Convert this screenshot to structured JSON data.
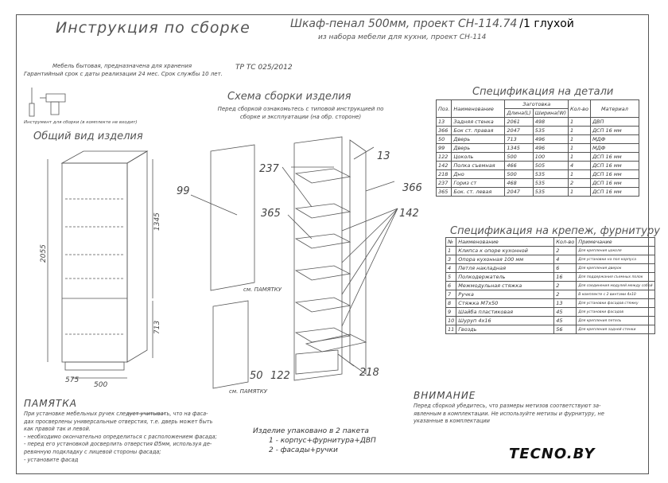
{
  "header": {
    "instruction_title": "Инструкция по сборке",
    "product_title": "Шкаф-пенал 500мм, проект СН-114.74",
    "product_suffix": "/1 глухой",
    "subtitle": "из набора мебели для кухни, проект СН-114"
  },
  "intro": {
    "line1": "Мебель бытовая, предназначена для хранения",
    "line2": "Гарантийный срок с даты реализации 24 мес. Срок службы 10 лет.",
    "standard": "ТР ТС 025/2012",
    "tools_caption": "Инструмент для сборки (в комплекте не входит)"
  },
  "general_view": {
    "title": "Общий вид изделия",
    "height": "2055",
    "upper_height": "1345",
    "lower_height": "713",
    "width": "500",
    "depth": "575"
  },
  "assembly": {
    "title": "Схема сборки изделия",
    "note": "Перед сборкой ознакомьтесь с типовой инструкцией по сборке и эксплуатации (на обр. стороне)",
    "memo_tag_1": "см. ПАМЯТКУ",
    "memo_tag_2": "см. ПАМЯТКУ",
    "labels": [
      "99",
      "237",
      "365",
      "13",
      "366",
      "142",
      "50",
      "122",
      "218"
    ]
  },
  "parts_table": {
    "title": "Спецификация на детали",
    "headers": [
      "Поз.",
      "Наименование",
      "Заготовка",
      "Кол-во",
      "Материал"
    ],
    "subheaders": [
      "Длина(L)",
      "Ширина(W)"
    ],
    "rows": [
      [
        "13",
        "Задняя стенка",
        "2061",
        "498",
        "1",
        "ДВП"
      ],
      [
        "366",
        "Бок ст. правая",
        "2047",
        "535",
        "1",
        "ДСП 16 мм"
      ],
      [
        "50",
        "Дверь",
        "713",
        "496",
        "1",
        "МДФ"
      ],
      [
        "99",
        "Дверь",
        "1345",
        "496",
        "1",
        "МДФ"
      ],
      [
        "122",
        "Цоколь",
        "500",
        "100",
        "1",
        "ДСП 16 мм"
      ],
      [
        "142",
        "Полка съемная",
        "466",
        "505",
        "4",
        "ДСП 16 мм"
      ],
      [
        "218",
        "Дно",
        "500",
        "535",
        "1",
        "ДСП 16 мм"
      ],
      [
        "237",
        "Гориз ст",
        "468",
        "535",
        "2",
        "ДСП 16 мм"
      ],
      [
        "365",
        "Бок. ст. левая",
        "2047",
        "535",
        "1",
        "ДСП 16 мм"
      ]
    ]
  },
  "hardware_table": {
    "title": "Спецификация на крепеж, фурнитуру",
    "headers": [
      "№",
      "Наименование",
      "Кол-во",
      "Примечание"
    ],
    "rows": [
      [
        "1",
        "Клипса к опоре кухонной",
        "2",
        "Для крепления цоколя"
      ],
      [
        "3",
        "Опора кухонная 100 мм",
        "4",
        "Для установки на пол корпуса"
      ],
      [
        "4",
        "Петля накладная",
        "6",
        "Для крепления дверок"
      ],
      [
        "5",
        "Полкодержатель",
        "16",
        "Для поддержания съемных полок"
      ],
      [
        "6",
        "Межмодульная стяжка",
        "2",
        "Для соединения модулей между собой"
      ],
      [
        "7",
        "Ручка",
        "2",
        "В комплекте с 2 винтами 4х10"
      ],
      [
        "8",
        "Стяжка М7х50",
        "13",
        "Для установки фасадов стяжку"
      ],
      [
        "9",
        "Шайба пластиковая",
        "45",
        "Для установки фасадов"
      ],
      [
        "10",
        "Шуруп 4х16",
        "45",
        "Для крепления петель"
      ],
      [
        "11",
        "Гвоздь",
        "56",
        "Для крепления задней стенки"
      ]
    ]
  },
  "memo": {
    "title": "ПАМЯТКА",
    "lines": [
      "При установке мебельных ручек следует учитывать, что на фаса-",
      "дах просверлены универсальные отверстия, т.е. дверь может быть",
      "как правой так и левой.",
      "- необходимо окончательно определиться с расположением фасада;",
      "- перед его установкой досверлить отверстия Ø5мм, используя де-",
      "ревянную подкладку с лицевой стороны фасада;",
      "- установите фасад"
    ]
  },
  "packaging": {
    "line1": "Изделие упаковано в 2 пакета",
    "line2": "1 - корпус+фурнитура+ДВП",
    "line3": "2 - фасады+ручки"
  },
  "warning": {
    "title": "ВНИМАНИЕ",
    "lines": [
      "Перед сборкой убедитесь, что размеры метизов соответствуют за-",
      "явленным в комплектации. Не используйте метизы и фурнитуру, не",
      "указанные в комплектации"
    ]
  },
  "brand": {
    "logo": "TECNO.BY"
  }
}
